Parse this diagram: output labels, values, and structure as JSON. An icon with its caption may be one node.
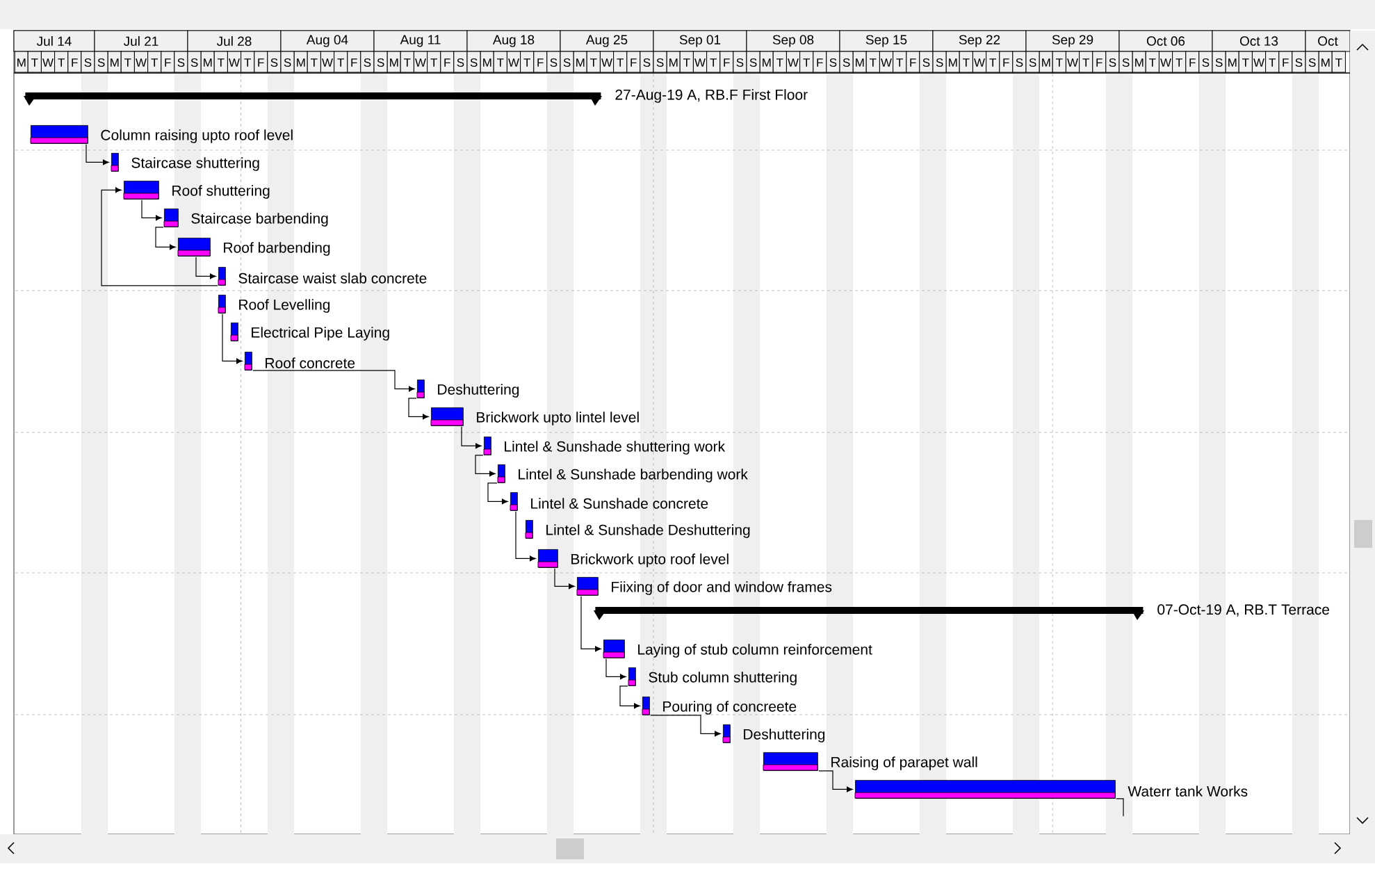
{
  "diagram": {
    "nodes": [
      {
        "text": [],
        "shape": "bar",
        "beside": [
          "27-Aug-19 A, RB.F  First Floor"
        ]
      },
      {
        "text": [],
        "shape": "bar",
        "beside": [
          "Column raising upto roof level"
        ]
      },
      {
        "text": [],
        "shape": "bar",
        "beside": [
          "Staircase shuttering"
        ]
      },
      {
        "text": [],
        "shape": "bar",
        "beside": [
          "Roof shuttering"
        ]
      },
      {
        "text": [],
        "shape": "bar",
        "beside": [
          "Staircase barbending"
        ]
      },
      {
        "text": [],
        "shape": "bar",
        "beside": [
          "Roof barbending"
        ]
      },
      {
        "text": [],
        "shape": "bar",
        "beside": [
          "Staircase waist slab concrete"
        ]
      },
      {
        "text": [],
        "shape": "bar",
        "beside": [
          "Roof Levelling"
        ]
      },
      {
        "text": [],
        "shape": "bar",
        "beside": [
          "Electrical Pipe Laying"
        ]
      },
      {
        "text": [],
        "shape": "bar",
        "beside": [
          "Roof concrete"
        ]
      },
      {
        "text": [],
        "shape": "bar",
        "beside": [
          "Deshuttering"
        ]
      },
      {
        "text": [],
        "shape": "bar",
        "beside": [
          "Brickwork upto lintel level"
        ]
      },
      {
        "text": [],
        "shape": "bar",
        "beside": [
          "Lintel & Sunshade shuttering work"
        ]
      },
      {
        "text": [],
        "shape": "bar",
        "beside": [
          "Lintel & Sunshade barbending work"
        ]
      },
      {
        "text": [],
        "shape": "bar",
        "beside": [
          "Lintel & Sunshade concrete"
        ]
      },
      {
        "text": [],
        "shape": "bar",
        "beside": [
          "Lintel & Sunshade Deshuttering"
        ]
      },
      {
        "text": [],
        "shape": "bar",
        "beside": [
          "Brickwork upto roof level"
        ]
      },
      {
        "text": [],
        "shape": "bar",
        "beside": [
          "Fiixing of door and window frames"
        ]
      },
      {
        "text": [],
        "shape": "bar",
        "beside": [
          "07-Oct-19 A, RB.T  Terrace"
        ]
      },
      {
        "text": [],
        "shape": "bar",
        "beside": [
          "Laying of stub column reinforcement"
        ]
      },
      {
        "text": [],
        "shape": "bar",
        "beside": [
          "Stub column shuttering"
        ]
      },
      {
        "text": [],
        "shape": "bar",
        "beside": [
          "Pouring of concreete"
        ]
      },
      {
        "text": [],
        "shape": "bar",
        "beside": [
          "Deshuttering"
        ]
      },
      {
        "text": [],
        "shape": "bar",
        "beside": [
          "Raising of parapet wall"
        ]
      },
      {
        "text": [],
        "shape": "bar",
        "beside": [
          "Waterr tank Works"
        ]
      }
    ],
    "edges": [
      {
        "from": 1,
        "to": 2,
        "arrow": "to"
      },
      {
        "from": 3,
        "to": 4,
        "arrow": "to"
      },
      {
        "from": 4,
        "to": 5,
        "arrow": "to"
      },
      {
        "from": 5,
        "to": 6,
        "arrow": "to"
      },
      {
        "from": 6,
        "to": 3,
        "arrow": "to"
      },
      {
        "from": 7,
        "to": 9,
        "arrow": "to"
      },
      {
        "from": 9,
        "to": 10,
        "arrow": "to"
      },
      {
        "from": 10,
        "to": 11,
        "arrow": "to"
      },
      {
        "from": 11,
        "to": 12,
        "arrow": "to"
      },
      {
        "from": 12,
        "to": 13,
        "arrow": "to"
      },
      {
        "from": 13,
        "to": 14,
        "arrow": "to"
      },
      {
        "from": 14,
        "to": 16,
        "arrow": "to"
      },
      {
        "from": 16,
        "to": 17,
        "arrow": "to"
      },
      {
        "from": 17,
        "to": 19,
        "arrow": "to"
      },
      {
        "from": 19,
        "to": 20,
        "arrow": "to"
      },
      {
        "from": 20,
        "to": 21,
        "arrow": "to"
      },
      {
        "from": 21,
        "to": 22,
        "arrow": "to"
      },
      {
        "from": 23,
        "to": 24,
        "arrow": "to"
      },
      {
        "from": 24,
        "to": null,
        "arrow": "none"
      }
    ],
    "labels": [
      "Jul 14",
      "Jul 21",
      "Jul 28",
      "Aug 04",
      "Aug 11",
      "Aug 18",
      "Aug 25",
      "Sep 01",
      "Sep 08",
      "Sep 15",
      "Sep 22",
      "Sep 29",
      "Oct 06",
      "Oct 13",
      "Oct",
      "M",
      "T",
      "W",
      "T",
      "F",
      "S",
      "S",
      "M",
      "T",
      "W",
      "T",
      "F",
      "S",
      "S",
      "M",
      "T",
      "W",
      "T",
      "F",
      "S",
      "S",
      "M",
      "T",
      "W",
      "T",
      "F",
      "S",
      "S",
      "M",
      "T",
      "W",
      "T",
      "F",
      "S",
      "S",
      "M",
      "T",
      "W",
      "T",
      "F",
      "S",
      "S",
      "M",
      "T",
      "W",
      "T",
      "F",
      "S",
      "S",
      "M",
      "T",
      "W",
      "T",
      "F",
      "S",
      "S",
      "M",
      "T",
      "W",
      "T",
      "F",
      "S",
      "S",
      "M",
      "T",
      "W",
      "T",
      "F",
      "S",
      "S",
      "M",
      "T",
      "W",
      "T",
      "F",
      "S",
      "S",
      "M",
      "T",
      "W",
      "T",
      "F",
      "S",
      "S",
      "M",
      "T",
      "W",
      "T",
      "F",
      "S",
      "S",
      "M",
      "T",
      "W",
      "T",
      "F",
      "S",
      "S",
      "M",
      "T"
    ]
  }
}
